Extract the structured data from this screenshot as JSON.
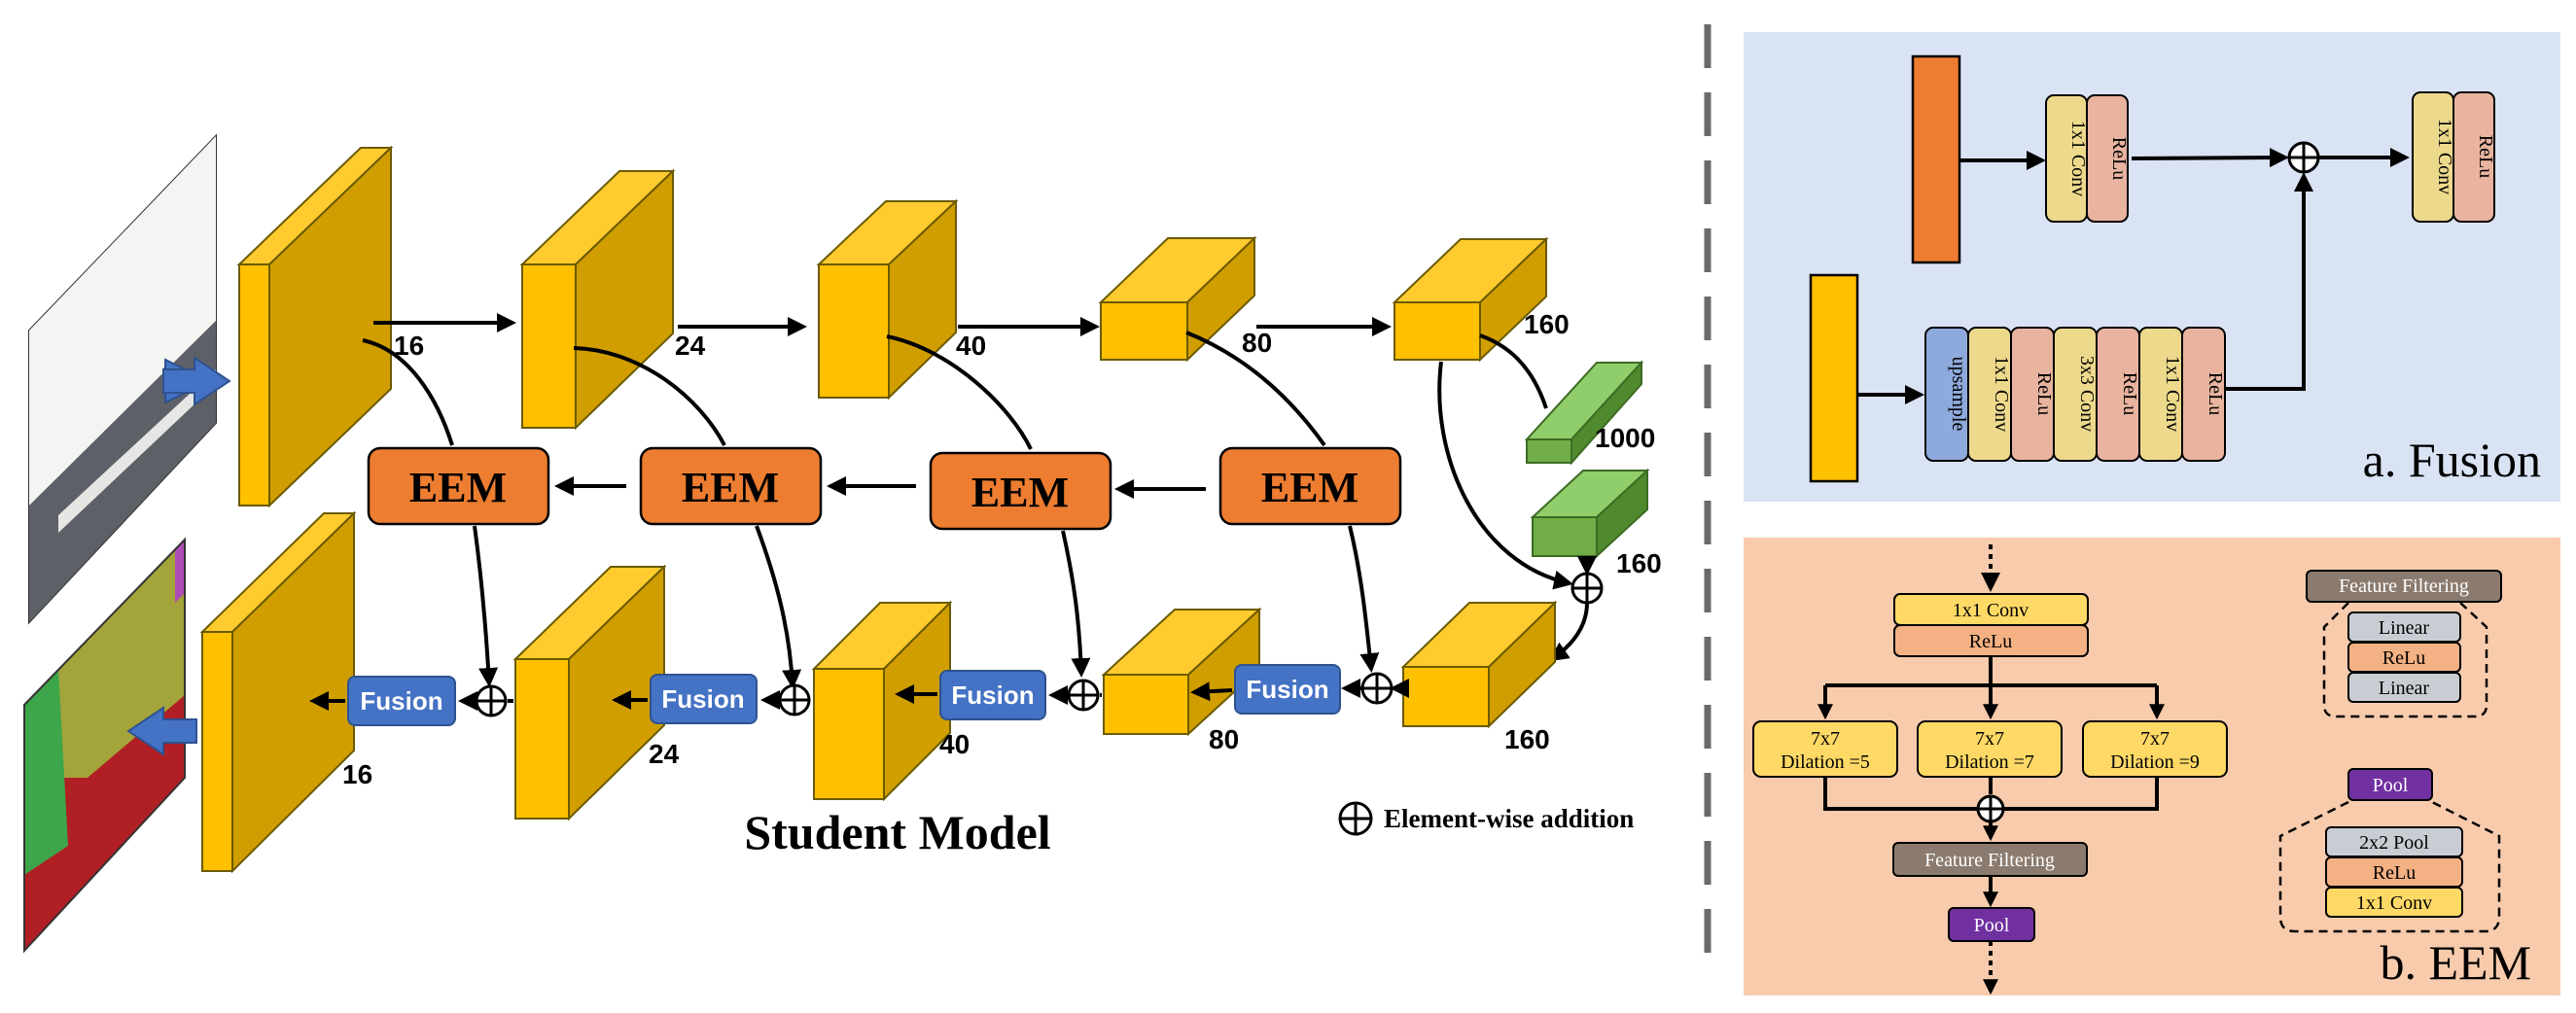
{
  "main": {
    "title": "Student Model",
    "legend_symbol_label": "Element-wise addition",
    "eem_label": "EEM",
    "fusion_label": "Fusion",
    "encoder_channels": [
      "16",
      "24",
      "40",
      "80",
      "160"
    ],
    "classifier_channels": [
      "1000",
      "160"
    ],
    "decoder_channels": [
      "16",
      "24",
      "40",
      "80",
      "160"
    ]
  },
  "panel_fusion": {
    "title": "a. Fusion",
    "top_branch": [
      "1x1 Conv",
      "ReLu"
    ],
    "bottom_branch": [
      "upsample",
      "1x1 Conv",
      "ReLu",
      "3x3 Conv",
      "ReLu",
      "1x1 Conv",
      "ReLu"
    ],
    "output": [
      "1x1 Conv",
      "ReLu"
    ]
  },
  "panel_eem": {
    "title": "b. EEM",
    "conv": "1x1 Conv",
    "relu": "ReLu",
    "dilated": [
      {
        "kernel": "7x7",
        "dilation": "Dilation =5"
      },
      {
        "kernel": "7x7",
        "dilation": "Dilation =7"
      },
      {
        "kernel": "7x7",
        "dilation": "Dilation =9"
      }
    ],
    "feature_filtering": "Feature Filtering",
    "pool": "Pool",
    "ff_detail": {
      "title": "Feature Filtering",
      "items": [
        "Linear",
        "ReLu",
        "Linear"
      ]
    },
    "pool_detail": {
      "title": "Pool",
      "items": [
        "2x2 Pool",
        "ReLu",
        "1x1 Conv"
      ]
    }
  },
  "colors": {
    "block_front": "#FFC000",
    "block_side": "#D09E00",
    "block_top": "#FFCB2E",
    "eem": "#ED7D31",
    "fusion": "#4472C4",
    "green_front": "#70AD47",
    "fusion_bg": "#DAE3F3",
    "eem_bg": "#F8CBAD"
  }
}
